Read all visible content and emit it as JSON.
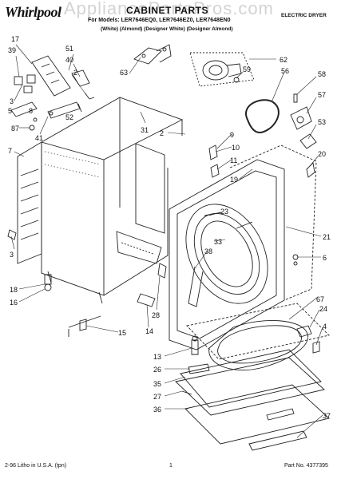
{
  "header": {
    "watermark": "AppliancePartsPros.com",
    "logo": "Whirlpool",
    "title": "CABINET PARTS",
    "models": "For Models: LER7646EQ0, LER7646EZ0, LER7648EN0",
    "colors": "(White)   (Almond) (Designer White) (Designer Almond)",
    "product": "ELECTRIC DRYER"
  },
  "callouts": [
    "17",
    "39",
    "51",
    "40",
    "3",
    "87",
    "41",
    "63",
    "62",
    "59",
    "56",
    "58",
    "57",
    "53",
    "7",
    "31",
    "2",
    "9",
    "10",
    "11",
    "19",
    "20",
    "6",
    "21",
    "23",
    "33",
    "38",
    "3",
    "18",
    "16",
    "28",
    "14",
    "15",
    "67",
    "24",
    "4",
    "13",
    "26",
    "35",
    "27",
    "36",
    "37",
    "2",
    "5",
    "8",
    "52"
  ],
  "footer": {
    "printed": "2-96 Litho in U.S.A. (tpn)",
    "page": "1",
    "part_no": "Part No. 4377395"
  }
}
